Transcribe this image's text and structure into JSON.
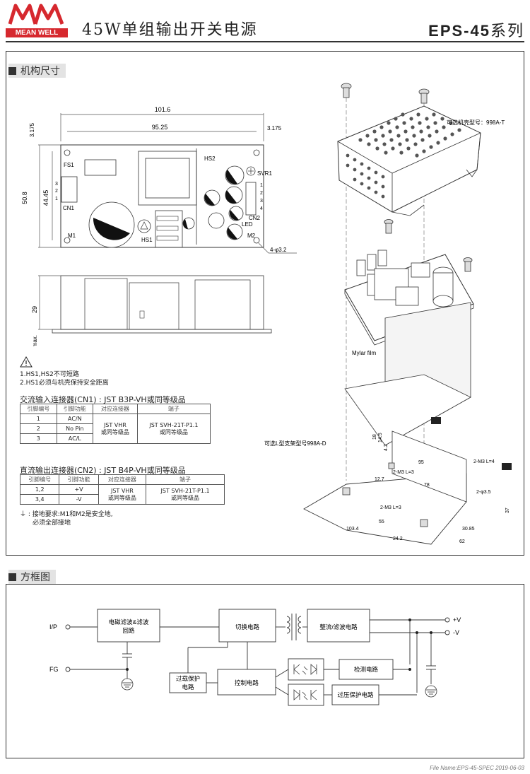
{
  "header": {
    "brand": "MEAN WELL",
    "title_cn": "45W单组输出开关电源",
    "model": "EPS-45",
    "series_suffix": "系列"
  },
  "sections": {
    "mechanical": "机构尺寸",
    "block_diagram": "方框图"
  },
  "mechanical": {
    "dims": {
      "width_total": "101.6",
      "width_holes": "95.25",
      "offset_left": "3.175",
      "offset_right": "3.175",
      "height_total": "50.8",
      "height_holes": "44.45",
      "side_height": "29",
      "side_max": "3 max.",
      "hole_note": "4-φ3.2"
    },
    "labels": {
      "fs1": "FS1",
      "hs2": "HS2",
      "svr1": "SVR1",
      "cn1": "CN1",
      "cn2": "CN2",
      "led": "LED",
      "m1": "M1",
      "m2": "M2",
      "hs1": "HS1",
      "cn1_pins": [
        "3",
        "2",
        "1"
      ],
      "cn2_pins": [
        "1",
        "2",
        "3",
        "4"
      ]
    },
    "warning_notes": [
      "1.HS1,HS2不可短路",
      "2.HS1必须与机壳保持安全距离"
    ],
    "exploded": {
      "case_note": "可选机壳型号：998A-T",
      "mylar": "Mylar film",
      "bracket_note": "可选L型支架型号998A-D",
      "d_18": "18",
      "d_14_5": "14.5",
      "d_4_2": "4.2",
      "d_12_7": "12.7",
      "d_95": "95",
      "d_78": "78",
      "d_m3_a": "2-M3 L=4",
      "d_m3_b": "2-M3 L=3",
      "d_m3_c": "2-M3 L=3",
      "d_phi": "2-φ3.5",
      "d_37": "37",
      "d_55": "55",
      "d_103_4": "103.4",
      "d_24_2": "24.2",
      "d_30_85": "30.85",
      "d_62": "62"
    }
  },
  "cn1_table": {
    "caption": "交流输入连接器(CN1) : JST B3P-VH或同等级品",
    "headers": [
      "引脚编号",
      "引脚功能",
      "对应连接器",
      "端子"
    ],
    "rows": [
      [
        "1",
        "AC/N"
      ],
      [
        "2",
        "No Pin"
      ],
      [
        "3",
        "AC/L"
      ]
    ],
    "connector": "JST VHR\n或同等级品",
    "terminal": "JST SVH-21T-P1.1\n或同等级品"
  },
  "cn2_table": {
    "caption": "直流输出连接器(CN2) : JST B4P-VH或同等级品",
    "headers": [
      "引脚编号",
      "引脚功能",
      "对应连接器",
      "端子"
    ],
    "rows": [
      [
        "1,2",
        "+V"
      ],
      [
        "3,4",
        "-V"
      ]
    ],
    "connector": "JST VHR\n或同等级品",
    "terminal": "JST SVH-21T-P1.1\n或同等级品"
  },
  "ground_note": [
    "⏚ : 接地要求:M1和M2是安全地,",
    "必须全部接地"
  ],
  "block": {
    "ip": "I/P",
    "fg": "FG",
    "emi": "电磁滤波&滤波\n回路",
    "switch": "切换电路",
    "rect": "整流/滤波电路",
    "plus_v": "+V",
    "minus_v": "-V",
    "overload": "过载保护\n电路",
    "control": "控制电路",
    "detect": "检测电路",
    "ovp": "过压保护电路"
  },
  "footer": "File Name:EPS-45-SPEC   2019-06-03"
}
